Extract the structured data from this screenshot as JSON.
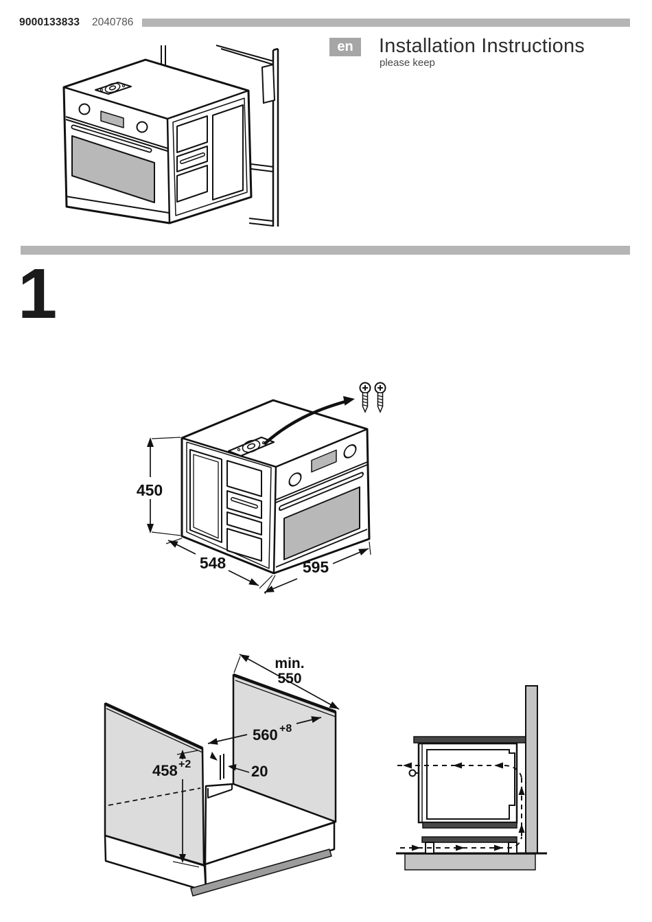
{
  "header": {
    "product_number": "9000133833",
    "document_code": "2040786"
  },
  "title_block": {
    "language_badge": "en",
    "title": "Installation Instructions",
    "subtitle": "please keep"
  },
  "step": {
    "number": "1"
  },
  "figure_oven_dimensions": {
    "height": "450",
    "depth": "548",
    "width": "595"
  },
  "figure_niche": {
    "depth_label": "min.",
    "depth_value": "550",
    "width_value": "560",
    "width_tolerance": "+8",
    "height_value": "458",
    "height_tolerance": "+2",
    "cutout_width": "20"
  },
  "colors": {
    "header_bar": "#b5b5b5",
    "language_badge_bg": "#a6a6a6",
    "line": "#111111",
    "cabinet_panel_gray": "#dcdcdc",
    "door_window_gray": "#b8b8b8",
    "dark_trim_gray": "#474747",
    "wall_gray": "#c4c4c4",
    "plinth_shadow_gray": "#9c9c9c"
  }
}
